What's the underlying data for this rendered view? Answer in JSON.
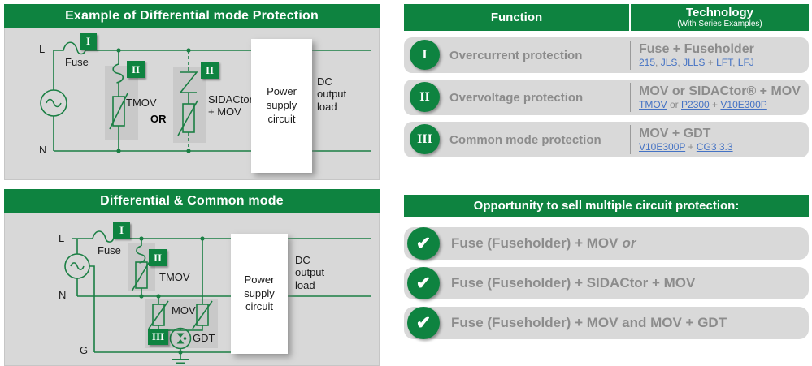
{
  "colors": {
    "brand_green": "#0E8340",
    "wire_green": "#1B7F44",
    "panel_gray": "#d8d8d8",
    "row_gray": "#d9d9d9",
    "text_gray": "#8c8c8c",
    "link_blue": "#4472c4"
  },
  "panel_diff": {
    "title": "Example of Differential mode Protection",
    "labels": {
      "l": "L",
      "n": "N",
      "fuse": "Fuse",
      "badge1": "I",
      "badge2a": "II",
      "badge2b": "II",
      "tmov": "TMOV",
      "or": "OR",
      "sidactor": "SIDACtor\n+ MOV",
      "power": "Power\nsupply\ncircuit",
      "dc": "DC\noutput\nload"
    }
  },
  "panel_common": {
    "title": "Differential & Common mode",
    "labels": {
      "l": "L",
      "n": "N",
      "g": "G",
      "fuse": "Fuse",
      "badge1": "I",
      "badge2": "II",
      "badge3": "III",
      "tmov": "TMOV",
      "mov": "MOV",
      "gdt": "GDT",
      "power": "Power\nsupply\ncircuit",
      "dc": "DC\noutput\nload"
    }
  },
  "table": {
    "header": {
      "function": "Function",
      "technology": "Technology",
      "tech_sub": "(With Series Examples)"
    },
    "rows": [
      {
        "numeral": "I",
        "function": "Overcurrent protection",
        "tech_title": "Fuse + Fuseholder",
        "parts": [
          {
            "text": "215",
            "link": true
          },
          {
            "text": ", ",
            "link": false
          },
          {
            "text": "JLS",
            "link": true
          },
          {
            "text": ", ",
            "link": false
          },
          {
            "text": "JLLS",
            "link": true
          },
          {
            "text": " + ",
            "link": false
          },
          {
            "text": "LFT",
            "link": true
          },
          {
            "text": ", ",
            "link": false
          },
          {
            "text": "LFJ",
            "link": true
          }
        ]
      },
      {
        "numeral": "II",
        "function": "Overvoltage protection",
        "tech_title": "MOV or SIDACtor® + MOV",
        "parts": [
          {
            "text": "TMOV",
            "link": true
          },
          {
            "text": " or ",
            "link": false
          },
          {
            "text": "P2300",
            "link": true
          },
          {
            "text": " + ",
            "link": false
          },
          {
            "text": "V10E300P",
            "link": true
          }
        ]
      },
      {
        "numeral": "III",
        "function": "Common mode protection",
        "tech_title": "MOV + GDT",
        "parts": [
          {
            "text": "V10E300P",
            "link": true
          },
          {
            "text": " + ",
            "link": false
          },
          {
            "text": "CG3 3.3",
            "link": true
          }
        ]
      }
    ]
  },
  "opportunity": {
    "title": "Opportunity to sell multiple circuit protection:",
    "items": [
      {
        "check": "✔",
        "text": "Fuse (Fuseholder) + MOV",
        "suffix": "or"
      },
      {
        "check": "✔",
        "text": "Fuse (Fuseholder) + SIDACtor + MOV",
        "suffix": ""
      },
      {
        "check": "✔",
        "text": "Fuse (Fuseholder) + MOV and MOV + GDT",
        "suffix": ""
      }
    ]
  }
}
